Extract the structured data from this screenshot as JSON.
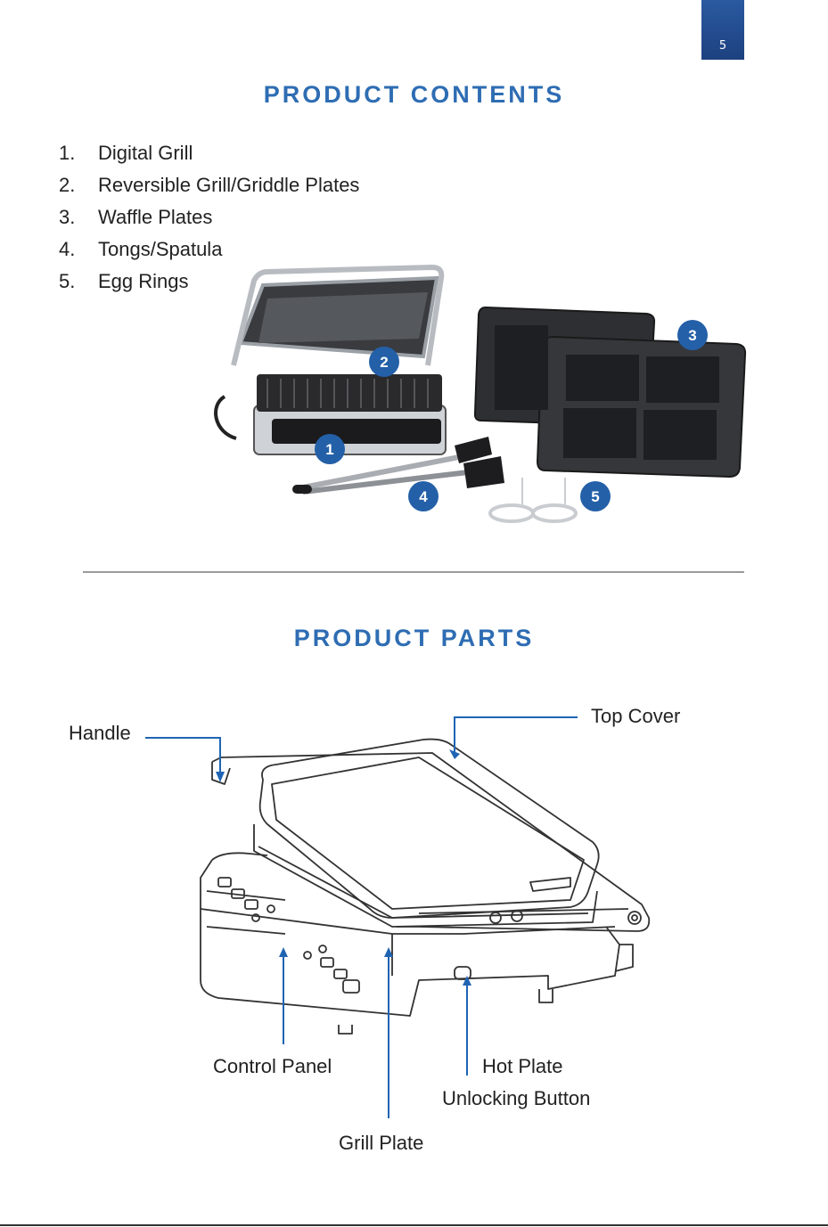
{
  "page_number": "5",
  "contents": {
    "title": "PRODUCT CONTENTS",
    "items": [
      {
        "num": "1.",
        "label": "Digital Grill"
      },
      {
        "num": "2.",
        "label": "Reversible Grill/Griddle Plates"
      },
      {
        "num": "3.",
        "label": "Waffle Plates"
      },
      {
        "num": "4.",
        "label": "Tongs/Spatula"
      },
      {
        "num": "5.",
        "label": "Egg Rings"
      }
    ],
    "badges": [
      "1",
      "2",
      "3",
      "4",
      "5"
    ]
  },
  "parts": {
    "title": "PRODUCT PARTS",
    "labels": {
      "handle": "Handle",
      "top_cover": "Top Cover",
      "control_panel": "Control Panel",
      "hot_plate_button_line1": "Hot Plate",
      "hot_plate_button_line2": "Unlocking Button",
      "grill_plate": "Grill Plate"
    }
  },
  "colors": {
    "accent": "#2e6db3",
    "tab": "#1d4180",
    "badge": "#2460a8"
  }
}
